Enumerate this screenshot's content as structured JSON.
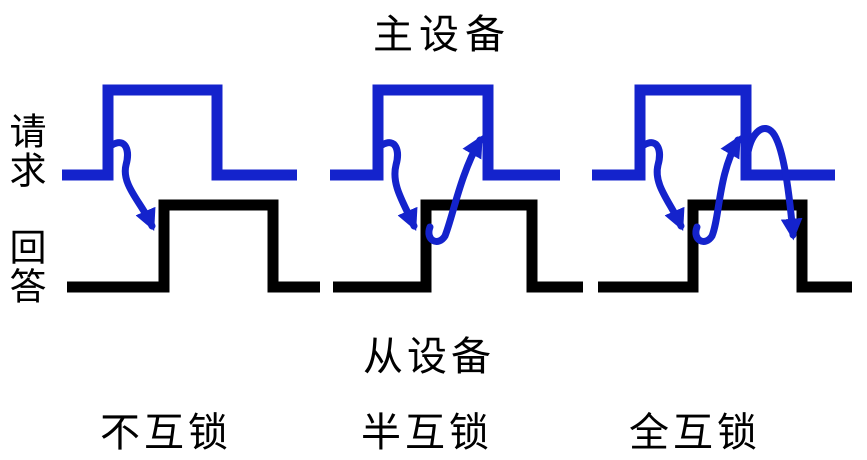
{
  "title": "主设备",
  "footer_device_label": "从设备",
  "signal_labels": {
    "request": "请求",
    "answer": "回答"
  },
  "colors": {
    "request_blue": "#1423cc",
    "answer_black": "#000000",
    "background": "#ffffff"
  },
  "diagram": {
    "levels": {
      "request_high": 90,
      "request_low": 175,
      "answer_high": 205,
      "answer_low": 287
    },
    "stroke_width": 11,
    "arrow_stroke_width": 7,
    "panels": [
      {
        "label": "不互锁",
        "request": {
          "start": 62,
          "rise": 108,
          "fall": 217,
          "end": 297
        },
        "answer": {
          "start": 67,
          "rise": 164,
          "fall": 273,
          "end": 320
        },
        "arrows": [
          "request-rise-to-answer-rise"
        ]
      },
      {
        "label": "半互锁",
        "request": {
          "start": 330,
          "rise": 378,
          "fall": 488,
          "end": 560
        },
        "answer": {
          "start": 333,
          "rise": 426,
          "fall": 532,
          "end": 583
        },
        "arrows": [
          "request-rise-to-answer-rise",
          "answer-rise-to-request-fall"
        ]
      },
      {
        "label": "全互锁",
        "request": {
          "start": 592,
          "rise": 640,
          "fall": 746,
          "end": 835
        },
        "answer": {
          "start": 598,
          "rise": 693,
          "fall": 802,
          "end": 852
        },
        "arrows": [
          "request-rise-to-answer-rise",
          "answer-rise-to-request-fall",
          "request-fall-to-answer-fall"
        ]
      }
    ]
  }
}
